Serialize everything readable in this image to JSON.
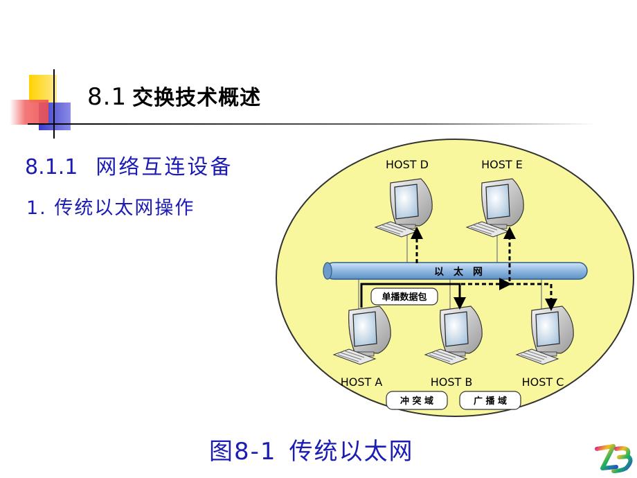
{
  "slide": {
    "title_number": "8.1",
    "title_text": "交换技术概述",
    "subtitle_number": "8.1.1",
    "subtitle_text": "网络互连设备",
    "item_text": "1. 传统以太网操作",
    "caption_number": "图8-1",
    "caption_text": "传统以太网"
  },
  "diagram": {
    "ethernet_label": "以　太　网",
    "unicast_label": "单播数据包",
    "hosts": {
      "a": "HOST A",
      "b": "HOST B",
      "c": "HOST C",
      "d": "HOST D",
      "e": "HOST E"
    },
    "collision_domain_label": "冲 突 域",
    "broadcast_domain_label": "广 播 域"
  },
  "colors": {
    "ellipse_fill": "#f9f79e",
    "bus_fill": "#9fc3e6",
    "text_blue": "#1b1bb5",
    "deco_yellow": "#ffd200",
    "deco_blue": "#3c3ccc",
    "deco_red": "#f05050"
  }
}
